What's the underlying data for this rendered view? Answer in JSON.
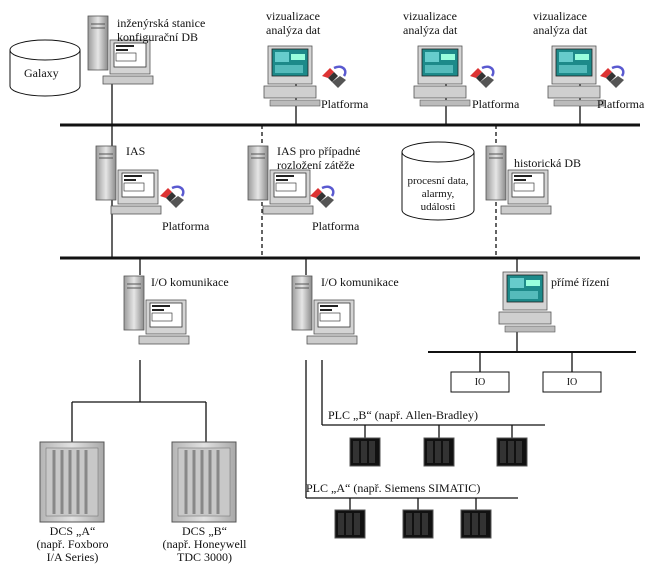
{
  "labels": {
    "eng_station": [
      "inženýrská stanice",
      "konfigurační DB"
    ],
    "galaxy": "Galaxy",
    "viz1": [
      "vizualizace",
      "analýza dat"
    ],
    "viz2": [
      "vizualizace",
      "analýza dat"
    ],
    "viz3": [
      "vizualizace",
      "analýza dat"
    ],
    "platform_top1": "Platforma",
    "platform_top2": "Platforma",
    "platform_top3": "Platforma",
    "ias": "IAS",
    "ias_lb": [
      "IAS pro případné",
      "rozložení zátěže"
    ],
    "process_db": [
      "procesní data,",
      "alarmy,",
      "události"
    ],
    "historic_db": "historická DB",
    "platform_mid1": "Platforma",
    "platform_mid2": "Platforma",
    "io1": "I/O komunikace",
    "io2": "I/O komunikace",
    "direct_control": "přímé řízení",
    "io_box1": "IO",
    "io_box2": "IO",
    "plc_b": "PLC „B“ (např. Allen-Bradley)",
    "plc_a": "PLC „A“ (např. Siemens SIMATIC)",
    "dcs_a": [
      "DCS „A“",
      "(např. Foxboro",
      "I/A Series)"
    ],
    "dcs_b": [
      "DCS „B“",
      "(např. Honeywell",
      "TDC 3000)"
    ]
  }
}
